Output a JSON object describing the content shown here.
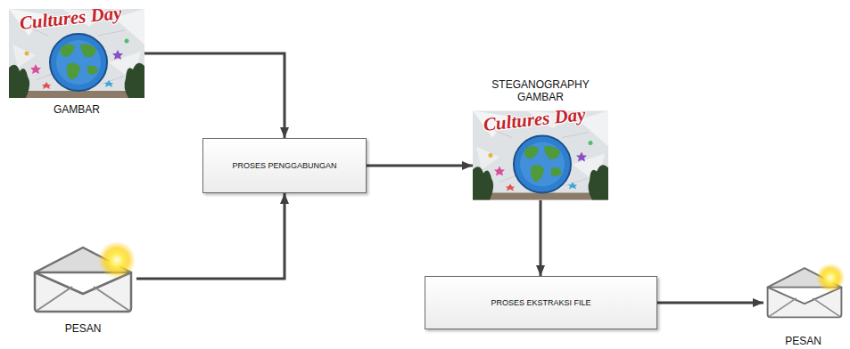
{
  "diagram": {
    "nodes": [
      {
        "text": [
          "GAMBAR"
        ]
      },
      {
        "text": [
          "STEGANOGRAPHY GAMBAR"
        ]
      },
      {
        "text": [
          "PROSES PENGGABUNGAN"
        ]
      },
      {
        "text": [
          "PESAN"
        ]
      },
      {
        "text": [
          "PROSES EKSTRAKSI FILE"
        ]
      },
      {
        "text": [
          "PESAN"
        ]
      }
    ],
    "edges": [
      {
        "from": 0,
        "to": 2,
        "arrow": "to"
      },
      {
        "from": 3,
        "to": 2,
        "arrow": "to"
      },
      {
        "from": 2,
        "to": 1,
        "arrow": "to"
      },
      {
        "from": 1,
        "to": 4,
        "arrow": "to"
      },
      {
        "from": 4,
        "to": 5,
        "arrow": "to"
      }
    ],
    "labels": [
      "Cultures Day",
      "Cultures Day"
    ]
  }
}
